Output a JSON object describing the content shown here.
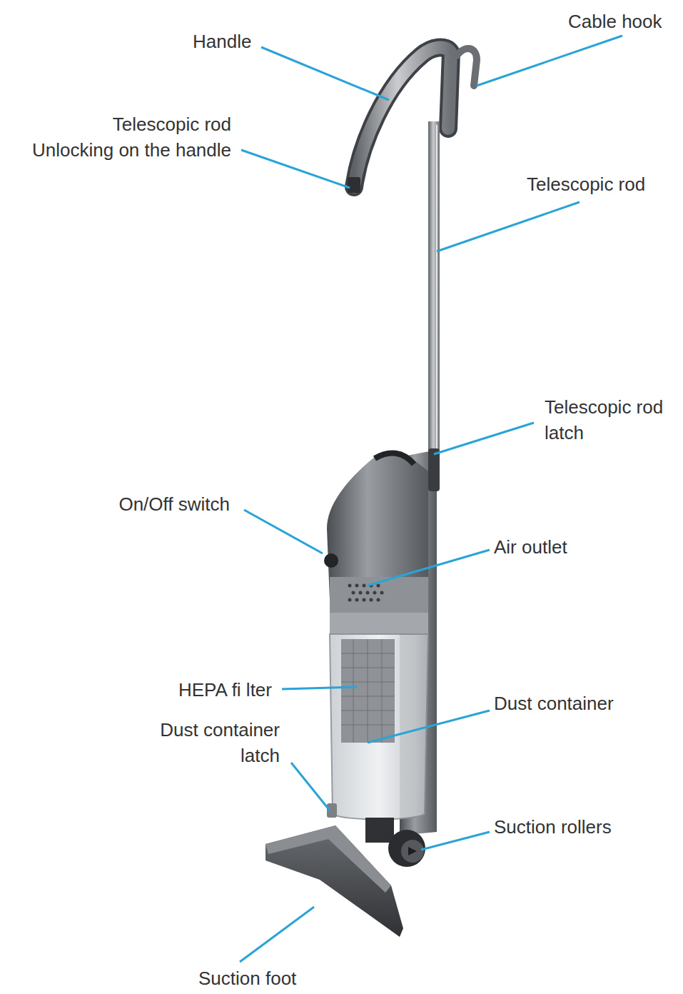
{
  "diagram": {
    "labels": [
      "Cable hook",
      "Handle",
      "Telescopic rod Unlocking on the handle",
      "Telescopic rod",
      "Telescopic rod latch",
      "On/Off switch",
      "Air outlet",
      "HEPA fi lter",
      "Dust container",
      "Dust container latch",
      "Suction rollers",
      "Suction foot"
    ]
  }
}
